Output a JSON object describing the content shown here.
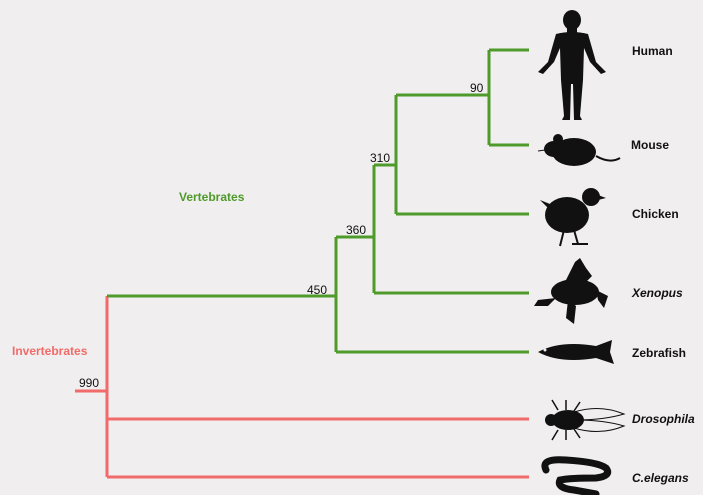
{
  "colors": {
    "vertebrate": "#4e9a2a",
    "invertebrate": "#f16b6b",
    "silhouette": "#111111",
    "background": "#f0eeee"
  },
  "groups": {
    "vertebrates": "Vertebrates",
    "invertebrates": "Invertebrates"
  },
  "nodes": {
    "root": "990",
    "vertebrates": "450",
    "n360": "360",
    "n310": "310",
    "n90": "90"
  },
  "species": [
    {
      "name": "Human",
      "icon": "human-silhouette-icon"
    },
    {
      "name": "Mouse",
      "icon": "mouse-silhouette-icon"
    },
    {
      "name": "Chicken",
      "icon": "chicken-silhouette-icon"
    },
    {
      "name": "Xenopus",
      "icon": "frog-silhouette-icon"
    },
    {
      "name": "Zebrafish",
      "icon": "fish-silhouette-icon"
    },
    {
      "name": "Drosophila",
      "icon": "fly-silhouette-icon"
    },
    {
      "name": "C.elegans",
      "icon": "worm-silhouette-icon"
    }
  ]
}
